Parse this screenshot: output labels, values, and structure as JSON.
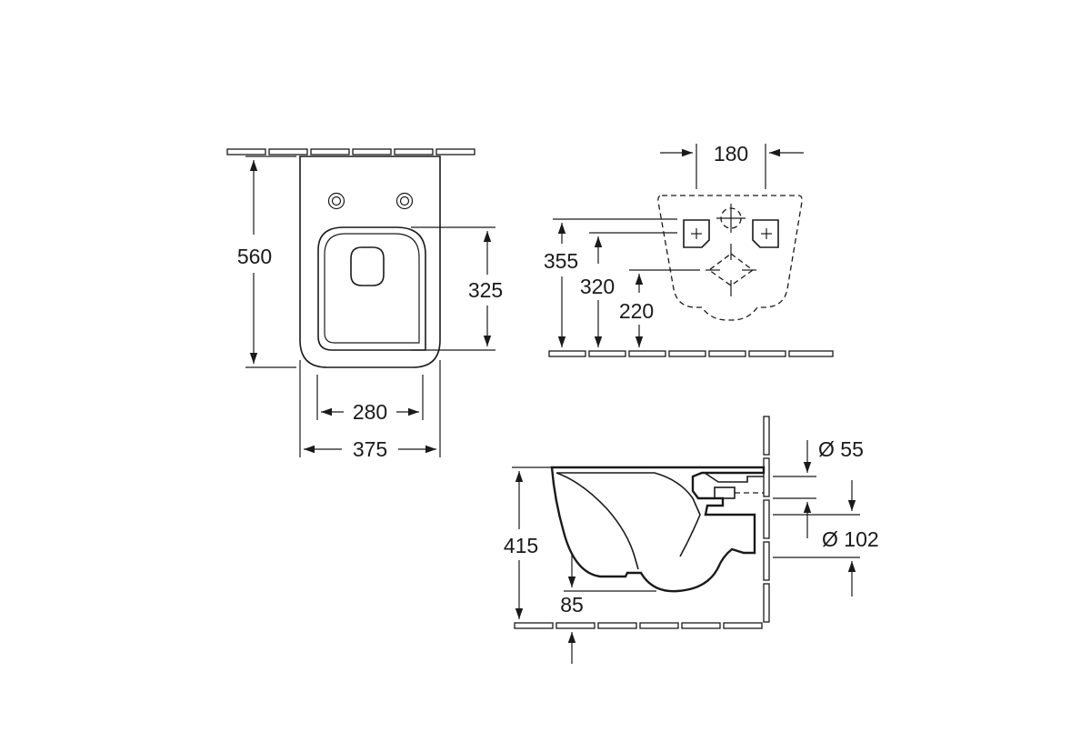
{
  "top_view": {
    "overall_length": "560",
    "seat_depth": "325",
    "inner_width": "280",
    "overall_width": "375"
  },
  "rear_view": {
    "fixing_spacing": "180",
    "height_355": "355",
    "height_320": "320",
    "height_220": "220"
  },
  "side_view": {
    "height": "415",
    "outlet_diameter": "Ø 55",
    "inlet_diameter": "Ø 102",
    "outlet_height": "85"
  }
}
